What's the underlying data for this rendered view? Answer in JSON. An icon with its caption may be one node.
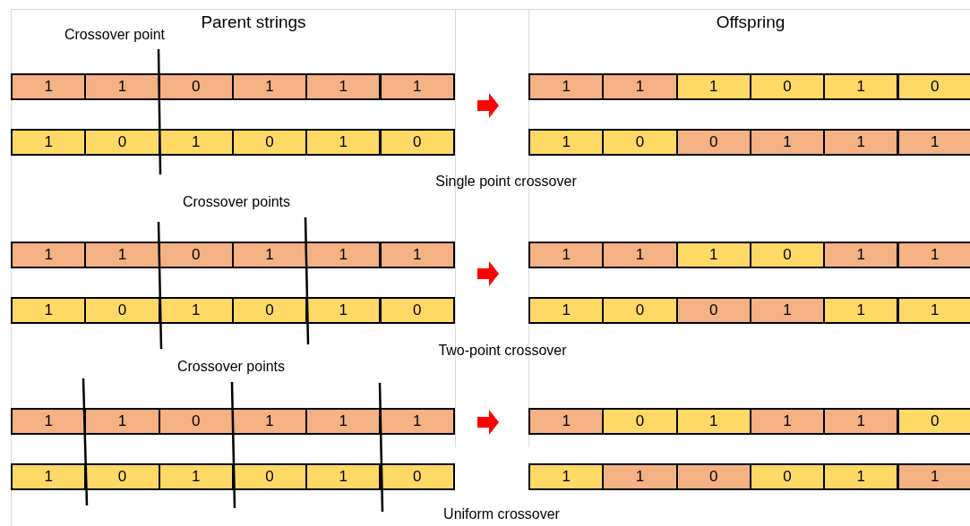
{
  "diagram": {
    "nodes": [
      {
        "text": [
          "1"
        ]
      },
      {
        "text": [
          "1"
        ]
      },
      {
        "text": [
          "0"
        ]
      },
      {
        "text": [
          "1"
        ]
      },
      {
        "text": [
          "1"
        ]
      },
      {
        "text": [
          "1"
        ]
      },
      {
        "text": [
          "1"
        ]
      },
      {
        "text": [
          "1"
        ]
      },
      {
        "text": [
          "1"
        ]
      },
      {
        "text": [
          "0"
        ]
      },
      {
        "text": [
          "1"
        ]
      },
      {
        "text": [
          "0"
        ]
      },
      {
        "text": [
          "1"
        ]
      },
      {
        "text": [
          "0"
        ]
      },
      {
        "text": [
          "1"
        ]
      },
      {
        "text": [
          "0"
        ]
      },
      {
        "text": [
          "1"
        ]
      },
      {
        "text": [
          "0"
        ]
      },
      {
        "text": [
          "1"
        ]
      },
      {
        "text": [
          "0"
        ]
      },
      {
        "text": [
          "0"
        ]
      },
      {
        "text": [
          "1"
        ]
      },
      {
        "text": [
          "1"
        ]
      },
      {
        "text": [
          "1"
        ]
      },
      {
        "text": [
          "1"
        ]
      },
      {
        "text": [
          "1"
        ]
      },
      {
        "text": [
          "0"
        ]
      },
      {
        "text": [
          "1"
        ]
      },
      {
        "text": [
          "1"
        ]
      },
      {
        "text": [
          "1"
        ]
      },
      {
        "text": [
          "1"
        ]
      },
      {
        "text": [
          "1"
        ]
      },
      {
        "text": [
          "1"
        ]
      },
      {
        "text": [
          "0"
        ]
      },
      {
        "text": [
          "1"
        ]
      },
      {
        "text": [
          "1"
        ]
      },
      {
        "text": [
          "1"
        ]
      },
      {
        "text": [
          "0"
        ]
      },
      {
        "text": [
          "1"
        ]
      },
      {
        "text": [
          "0"
        ]
      },
      {
        "text": [
          "1"
        ]
      },
      {
        "text": [
          "0"
        ]
      },
      {
        "text": [
          "1"
        ]
      },
      {
        "text": [
          "0"
        ]
      },
      {
        "text": [
          "0"
        ]
      },
      {
        "text": [
          "1"
        ]
      },
      {
        "text": [
          "1"
        ]
      },
      {
        "text": [
          "1"
        ]
      },
      {
        "text": [
          "1"
        ]
      },
      {
        "text": [
          "1"
        ]
      },
      {
        "text": [
          "0"
        ]
      },
      {
        "text": [
          "1"
        ]
      },
      {
        "text": [
          "1"
        ]
      },
      {
        "text": [
          "1"
        ]
      },
      {
        "text": [
          "1"
        ]
      },
      {
        "text": [
          "0"
        ]
      },
      {
        "text": [
          "1"
        ]
      },
      {
        "text": [
          "1"
        ]
      },
      {
        "text": [
          "1"
        ]
      },
      {
        "text": [
          "0"
        ]
      },
      {
        "text": [
          "1"
        ]
      },
      {
        "text": [
          "0"
        ]
      },
      {
        "text": [
          "1"
        ]
      },
      {
        "text": [
          "0"
        ]
      },
      {
        "text": [
          "1"
        ]
      },
      {
        "text": [
          "0"
        ]
      },
      {
        "text": [
          "1"
        ]
      },
      {
        "text": [
          "1"
        ]
      },
      {
        "text": [
          "0"
        ]
      },
      {
        "text": [
          "0"
        ]
      },
      {
        "text": [
          "1"
        ]
      },
      {
        "text": [
          "1"
        ]
      }
    ],
    "labels": [
      "Parent strings",
      "Offspring",
      "Crossover point",
      "Single point crossover",
      "Crossover points",
      "Two-point crossover",
      "Crossover points",
      "Uniform crossover"
    ]
  }
}
